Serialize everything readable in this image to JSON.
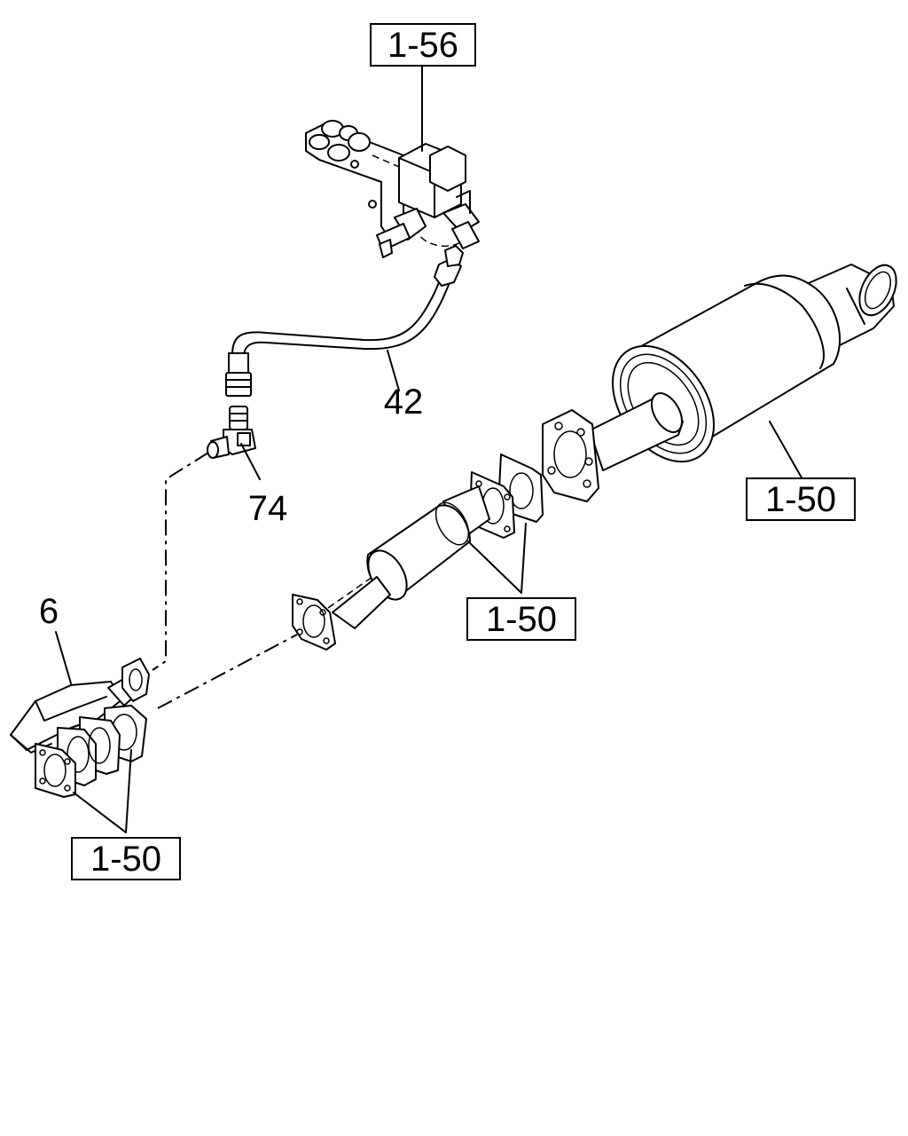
{
  "callouts": {
    "ref_top": "1-56",
    "ref_muffler": "1-50",
    "ref_middle": "1-50",
    "ref_bottom": "1-50",
    "part_hose": "42",
    "part_connector": "74",
    "part_manifold": "6"
  }
}
